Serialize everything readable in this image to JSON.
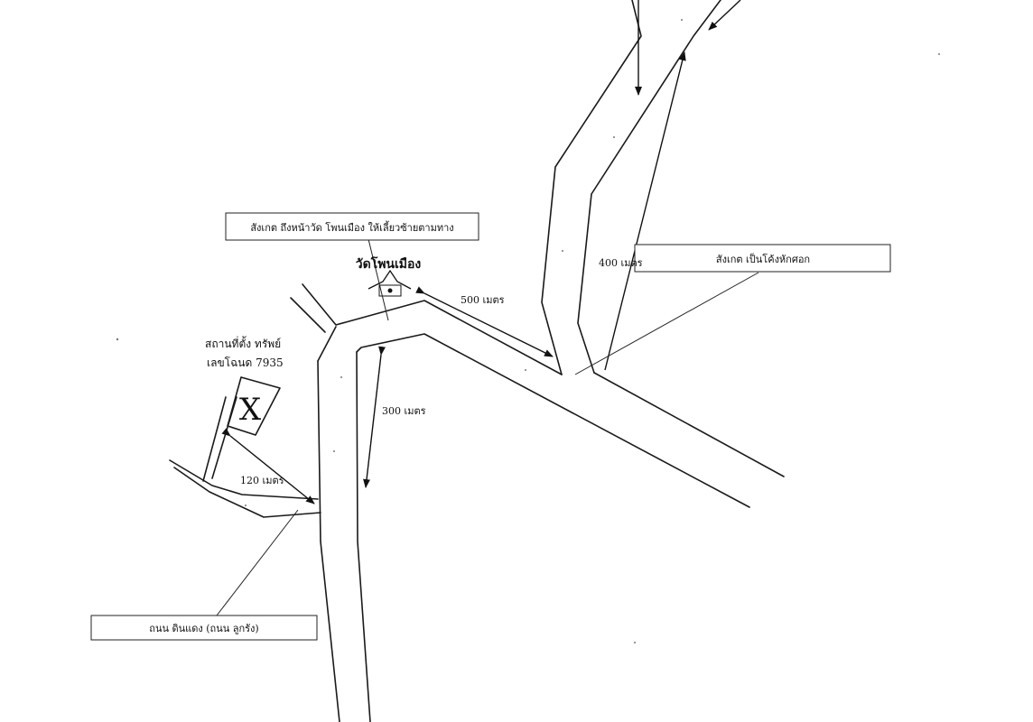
{
  "callouts": {
    "temple_note": "สังเกต ถึงหน้าวัด โพนเมือง ให้เลี้ยวซ้ายตามทาง",
    "fork_note": "สังเกต เป็นโค้งหักศอก",
    "road_name": "ถนน ดินแดง (ถนน ลูกรัง)"
  },
  "places": {
    "temple": "วัดโพนเมือง",
    "property_line1": "สถานที่ตั้ง ทรัพย์",
    "property_line2": "เลขโฉนด 7935",
    "property_marker": "X"
  },
  "distances": {
    "d500": "500 เมตร",
    "d400": "400 เมตร",
    "d300": "300 เมตร",
    "d120": "120 เมตร"
  },
  "colors": {
    "ink": "#111111",
    "paper": "#ffffff"
  }
}
